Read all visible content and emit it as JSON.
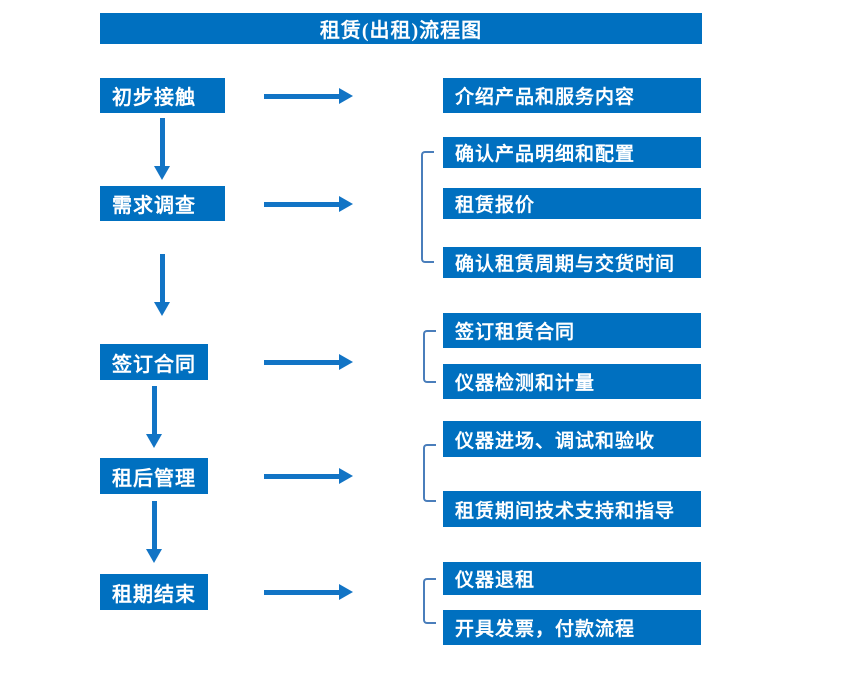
{
  "title": "租赁(出租)流程图",
  "colors": {
    "box_fill": "#0070C0",
    "arrow": "#1274C5",
    "bracket": "#4A7EBB",
    "box_text": "#FFFFFF",
    "background": "#FFFFFF"
  },
  "flow": {
    "steps": [
      {
        "label": "初步接触",
        "details": [
          "介绍产品和服务内容"
        ]
      },
      {
        "label": "需求调查",
        "details": [
          "确认产品明细和配置",
          "租赁报价",
          "确认租赁周期与交货时间"
        ]
      },
      {
        "label": "签订合同",
        "details": [
          "签订租赁合同",
          "仪器检测和计量"
        ]
      },
      {
        "label": "租后管理",
        "details": [
          "仪器进场、调试和验收",
          "租赁期间技术支持和指导"
        ]
      },
      {
        "label": "租期结束",
        "details": [
          "仪器退租",
          "开具发票，付款流程"
        ]
      }
    ]
  }
}
